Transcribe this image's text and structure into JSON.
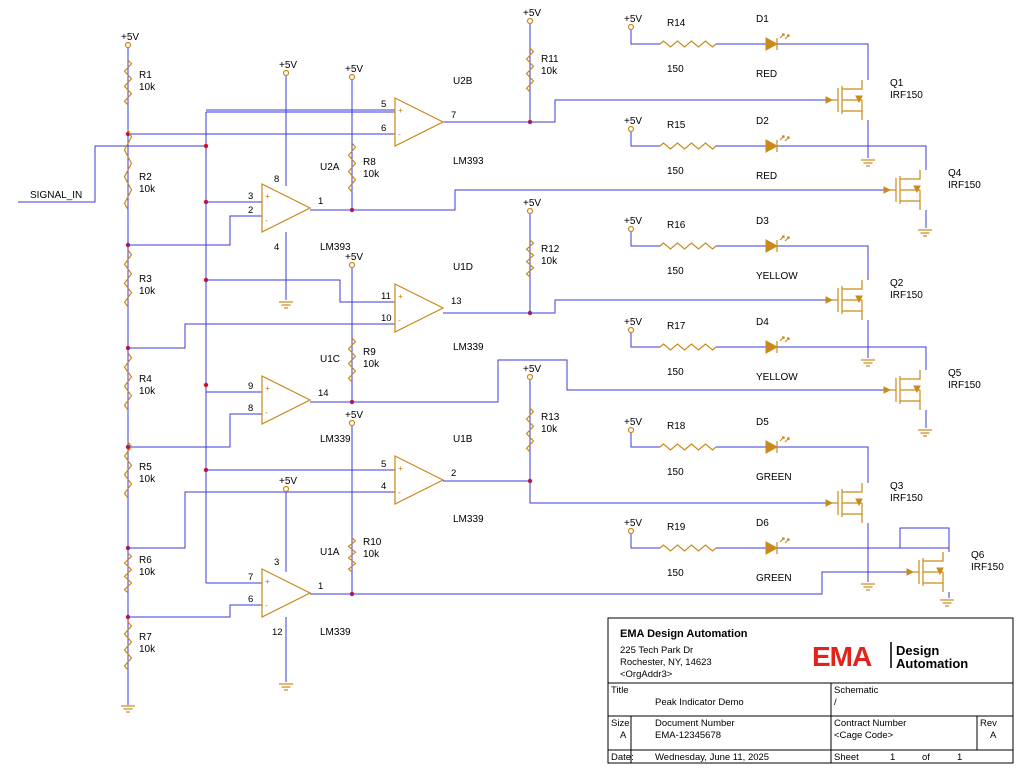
{
  "schematic": {
    "power_label": "+5V",
    "signal_input": "SIGNAL_IN",
    "ladder": [
      {
        "ref": "R1",
        "value": "10k"
      },
      {
        "ref": "R2",
        "value": "10k"
      },
      {
        "ref": "R3",
        "value": "10k"
      },
      {
        "ref": "R4",
        "value": "10k"
      },
      {
        "ref": "R5",
        "value": "10k"
      },
      {
        "ref": "R6",
        "value": "10k"
      },
      {
        "ref": "R7",
        "value": "10k"
      }
    ],
    "comparators": [
      {
        "ref": "U2B",
        "part": "LM393",
        "in_plus": "5",
        "in_minus": "6",
        "out": "7"
      },
      {
        "ref": "U2A",
        "part": "LM393",
        "in_plus": "3",
        "in_minus": "2",
        "out": "1",
        "vcc_pin": "8",
        "gnd_pin": "4"
      },
      {
        "ref": "U1D",
        "part": "LM339",
        "in_plus": "11",
        "in_minus": "10",
        "out": "13"
      },
      {
        "ref": "U1C",
        "part": "LM339",
        "in_plus": "9",
        "in_minus": "8",
        "out": "14"
      },
      {
        "ref": "U1B",
        "part": "LM339",
        "in_plus": "5",
        "in_minus": "4",
        "out": "2"
      },
      {
        "ref": "U1A",
        "part": "LM339",
        "in_plus": "7",
        "in_minus": "6",
        "out": "1",
        "vcc_pin": "3",
        "gnd_pin": "12"
      }
    ],
    "pullups": [
      {
        "ref": "R11",
        "value": "10k"
      },
      {
        "ref": "R8",
        "value": "10k"
      },
      {
        "ref": "R12",
        "value": "10k"
      },
      {
        "ref": "R9",
        "value": "10k"
      },
      {
        "ref": "R13",
        "value": "10k"
      },
      {
        "ref": "R10",
        "value": "10k"
      }
    ],
    "leds": [
      {
        "r_ref": "R14",
        "r_val": "150",
        "d_ref": "D1",
        "color": "RED",
        "q_ref": "Q1",
        "q_part": "IRF150"
      },
      {
        "r_ref": "R15",
        "r_val": "150",
        "d_ref": "D2",
        "color": "RED",
        "q_ref": "Q4",
        "q_part": "IRF150"
      },
      {
        "r_ref": "R16",
        "r_val": "150",
        "d_ref": "D3",
        "color": "YELLOW",
        "q_ref": "Q2",
        "q_part": "IRF150"
      },
      {
        "r_ref": "R17",
        "r_val": "150",
        "d_ref": "D4",
        "color": "YELLOW",
        "q_ref": "Q5",
        "q_part": "IRF150"
      },
      {
        "r_ref": "R18",
        "r_val": "150",
        "d_ref": "D5",
        "color": "GREEN",
        "q_ref": "Q3",
        "q_part": "IRF150"
      },
      {
        "r_ref": "R19",
        "r_val": "150",
        "d_ref": "D6",
        "color": "GREEN",
        "q_ref": "Q6",
        "q_part": "IRF150"
      }
    ]
  },
  "title_block": {
    "company": "EMA Design Automation",
    "address1": "225 Tech Park Dr",
    "address2": "Rochester, NY, 14623",
    "address3": "<OrgAddr3>",
    "logo_mark": "EMA",
    "logo_text1": "Design",
    "logo_text2": "Automation",
    "title_label": "Title",
    "title": "Peak Indicator Demo",
    "schematic_label": "Schematic",
    "schematic_value": "/",
    "size_label": "Size",
    "size": "A",
    "docnum_label": "Document Number",
    "docnum": "EMA-12345678",
    "contract_label": "Contract Number",
    "contract": "<Cage Code>",
    "rev_label": "Rev",
    "rev": "A",
    "date_label": "Date:",
    "date": "Wednesday, June 11, 2025",
    "sheet_label": "Sheet",
    "sheet": "1",
    "of_label": "of",
    "sheets": "1"
  },
  "colors": {
    "wire": "#3b3bd6",
    "component": "#c98a1a",
    "junction": "#d0102a",
    "logo_red": "#e2231a"
  }
}
